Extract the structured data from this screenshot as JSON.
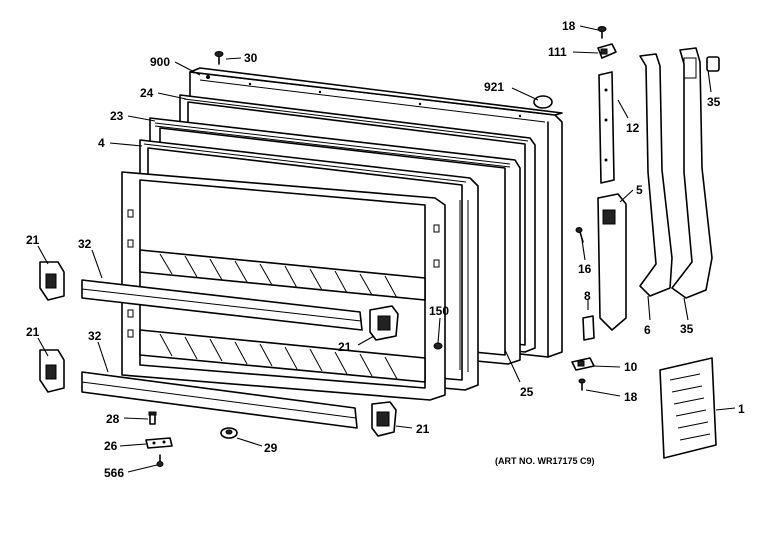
{
  "callouts": {
    "c900": "900",
    "c30": "30",
    "c24": "24",
    "c23": "23",
    "c4": "4",
    "c921": "921",
    "c18_top": "18",
    "c111": "111",
    "c12": "12",
    "c35_top": "35",
    "c5": "5",
    "c16": "16",
    "c8": "8",
    "c6": "6",
    "c35_bottom": "35",
    "c10": "10",
    "c18_bottom": "18",
    "c1": "1",
    "c21_left_top": "21",
    "c32_top": "32",
    "c21_left_bottom": "21",
    "c32_bottom": "32",
    "c150": "150",
    "c21_mid": "21",
    "c25": "25",
    "c21_bottom_right": "21",
    "c28": "28",
    "c26": "26",
    "c29": "29",
    "c566": "566"
  },
  "art_number": "(ART NO. WR17175 C9)"
}
